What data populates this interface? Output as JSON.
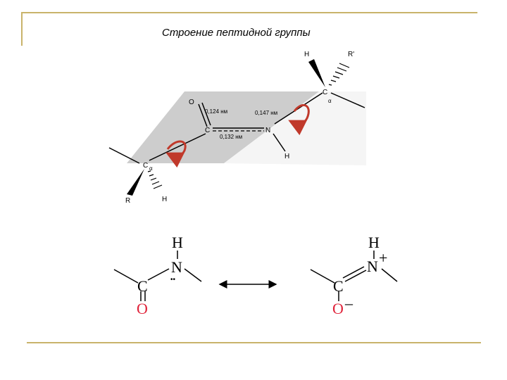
{
  "title": "Строение пептидной группы",
  "plane": {
    "O": "O",
    "C": "C",
    "N": "N",
    "H_n": "H",
    "Ca_left": "C",
    "alpha_left": "α",
    "R_left": "R",
    "H_left": "H",
    "Ca_right": "C",
    "alpha_right": "α",
    "H_right": "H",
    "R_right": "R'",
    "bond_CO": "0,124 нм",
    "bond_CN": "0,132 нм",
    "bond_NCa": "0,147 нм"
  },
  "resonance": {
    "left": {
      "H": "H",
      "N": "N",
      "C": "C",
      "O": "O",
      "lone_pair": "••"
    },
    "right": {
      "H": "H",
      "N": "N",
      "plus": "+",
      "C": "C",
      "O": "O",
      "minus": "–"
    }
  },
  "colors": {
    "accent": "#c9b36a",
    "red": "#e0233a",
    "plane": "#c8c8c8"
  }
}
